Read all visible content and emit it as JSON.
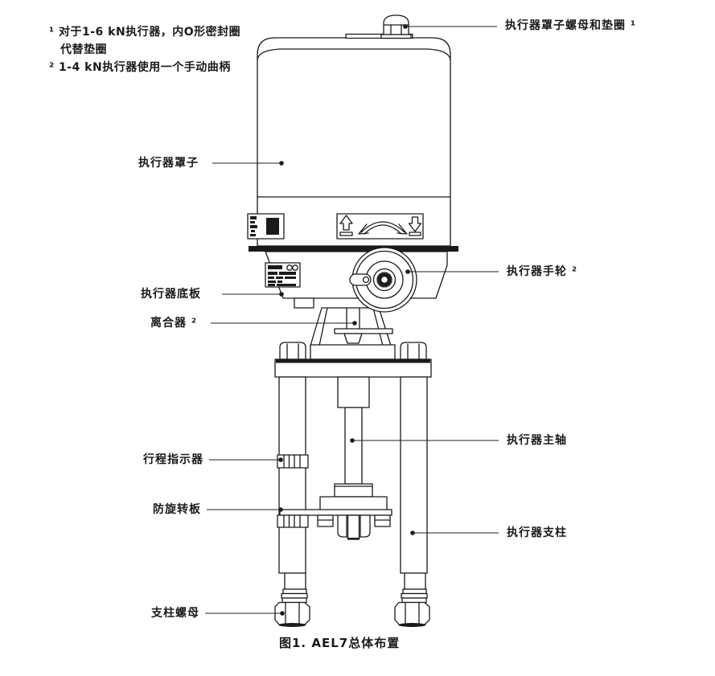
{
  "ink_color": "#1a1a1a",
  "figure": {
    "caption": "图1. AEL7总体布置",
    "footnotes": [
      "¹ 对于1-6 kN执行器，内O形密封圈",
      "代替垫圈",
      "² 1-4 kN执行器使用一个手动曲柄"
    ],
    "labels": {
      "cover_nut": "执行器罩子螺母和垫圈 ¹",
      "cover": "执行器罩子",
      "handwheel": "执行器手轮 ²",
      "base_plate": "执行器底板",
      "clutch": "离合器 ²",
      "travel_indicator": "行程指示器",
      "spindle": "执行器主轴",
      "anti_rotation_plate": "防旋转板",
      "pillar": "执行器支柱",
      "pillar_nut": "支柱螺母"
    }
  }
}
